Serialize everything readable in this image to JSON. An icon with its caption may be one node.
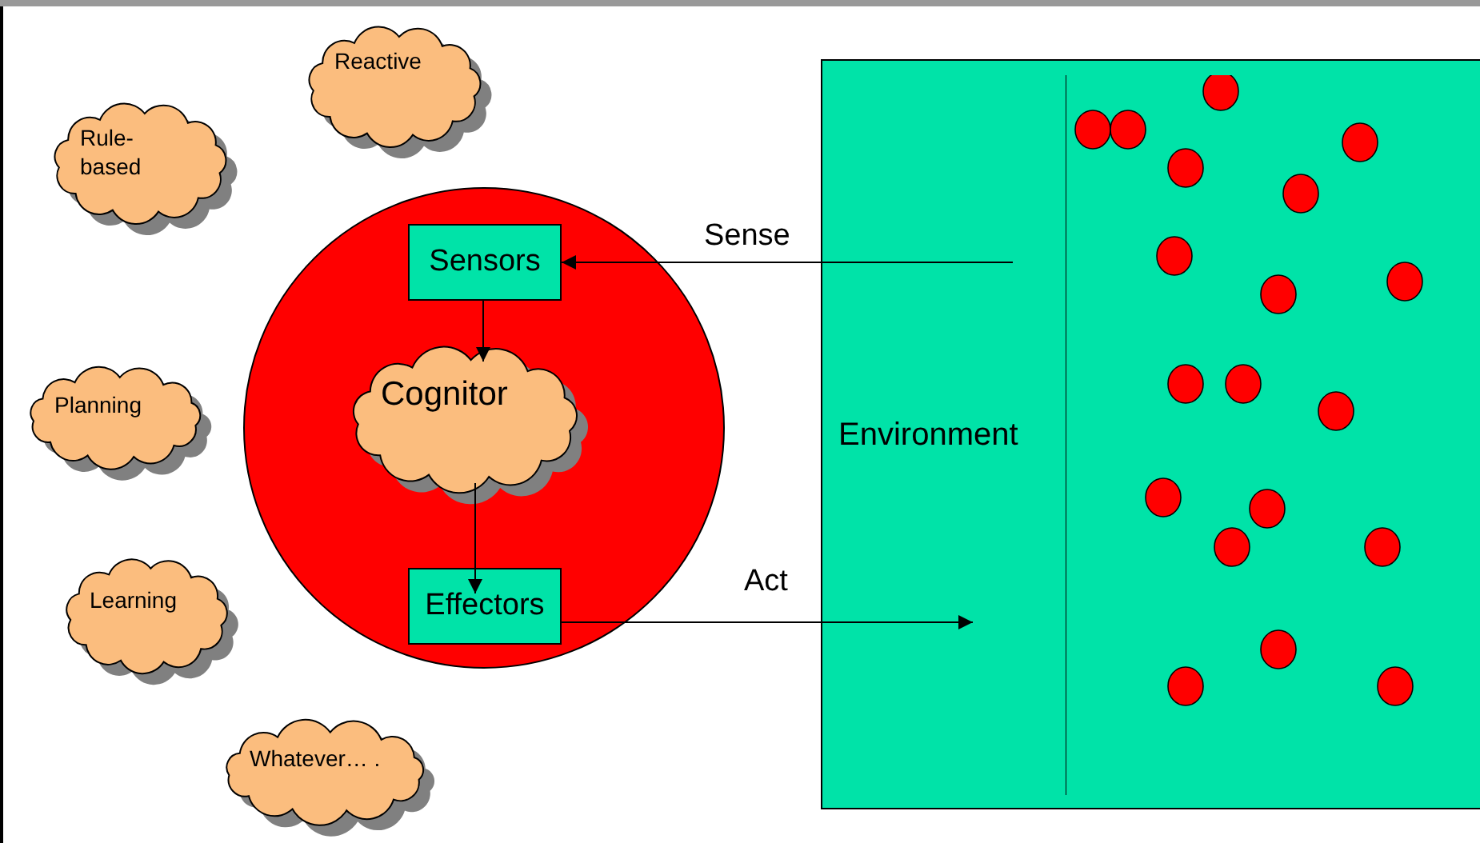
{
  "diagram": {
    "nodes": [
      {
        "text": [
          "Reactive"
        ]
      },
      {
        "text": [
          "Rule-based"
        ]
      },
      {
        "text": [
          "Planning"
        ]
      },
      {
        "text": [
          "Learning"
        ]
      },
      {
        "text": [
          "Whatever… ."
        ]
      },
      {
        "text": [],
        "shape": "circle"
      },
      {
        "text": [
          "Sensors"
        ],
        "in": 5
      },
      {
        "text": [
          "Cognitor"
        ],
        "in": 5
      },
      {
        "text": [
          "Effectors"
        ],
        "in": 5
      },
      {
        "text": [
          "Environment"
        ]
      }
    ],
    "edges": [
      {
        "from": 9,
        "to": 6,
        "arrow": "to",
        "label": "Sense"
      },
      {
        "from": 6,
        "to": 7,
        "arrow": "to"
      },
      {
        "from": 7,
        "to": 8,
        "arrow": "to"
      },
      {
        "from": 8,
        "to": 9,
        "arrow": "to",
        "label": "Act"
      }
    ]
  }
}
